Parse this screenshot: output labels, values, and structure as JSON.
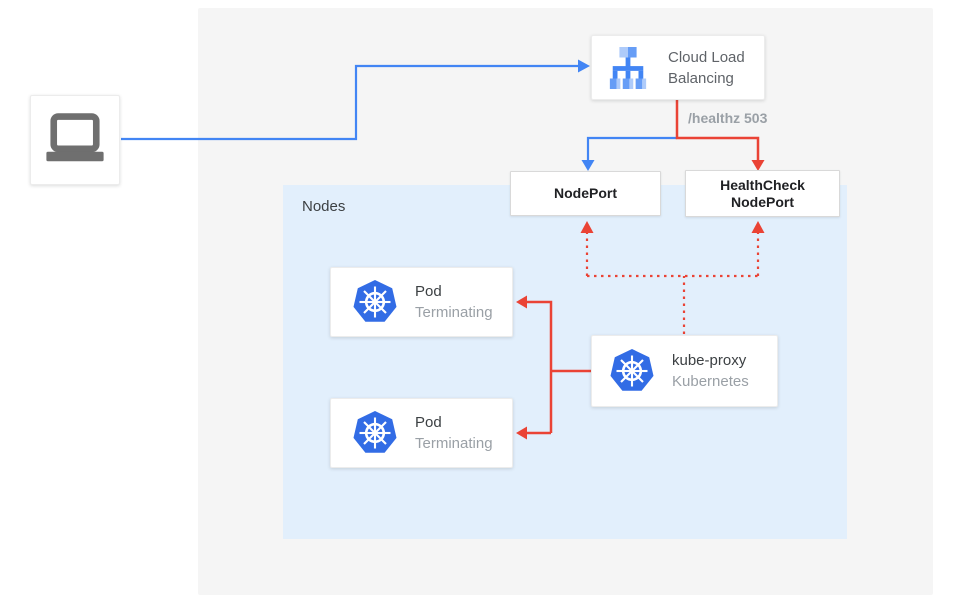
{
  "colors": {
    "flow_blue": "#4285f4",
    "flow_red": "#ea4335",
    "kubernetes_blue": "#326ce5",
    "load_balancer_icon_blues": [
      "#4285f4",
      "#669df6",
      "#aecbfa"
    ],
    "outer_panel_bg": "#f5f5f5",
    "nodes_panel_bg": "#e2effc",
    "text_primary": "#3c4043",
    "text_secondary": "#9aa0a6",
    "port_label_color": "#202124"
  },
  "icons": {
    "client": "laptop-icon",
    "load_balancer": "cloud-load-balancing-icon",
    "pod": "kubernetes-icon",
    "kube_proxy": "kubernetes-icon"
  },
  "load_balancer": {
    "label_line1": "Cloud Load",
    "label_line2": "Balancing"
  },
  "health_check_annotation": "/healthz 503",
  "nodes_panel": {
    "label": "Nodes"
  },
  "node_port": {
    "label": "NodePort"
  },
  "health_check_node_port": {
    "label_line1": "HealthCheck",
    "label_line2": "NodePort"
  },
  "pods": [
    {
      "title": "Pod",
      "status": "Terminating"
    },
    {
      "title": "Pod",
      "status": "Terminating"
    }
  ],
  "kube_proxy": {
    "title": "kube-proxy",
    "subtitle": "Kubernetes"
  }
}
